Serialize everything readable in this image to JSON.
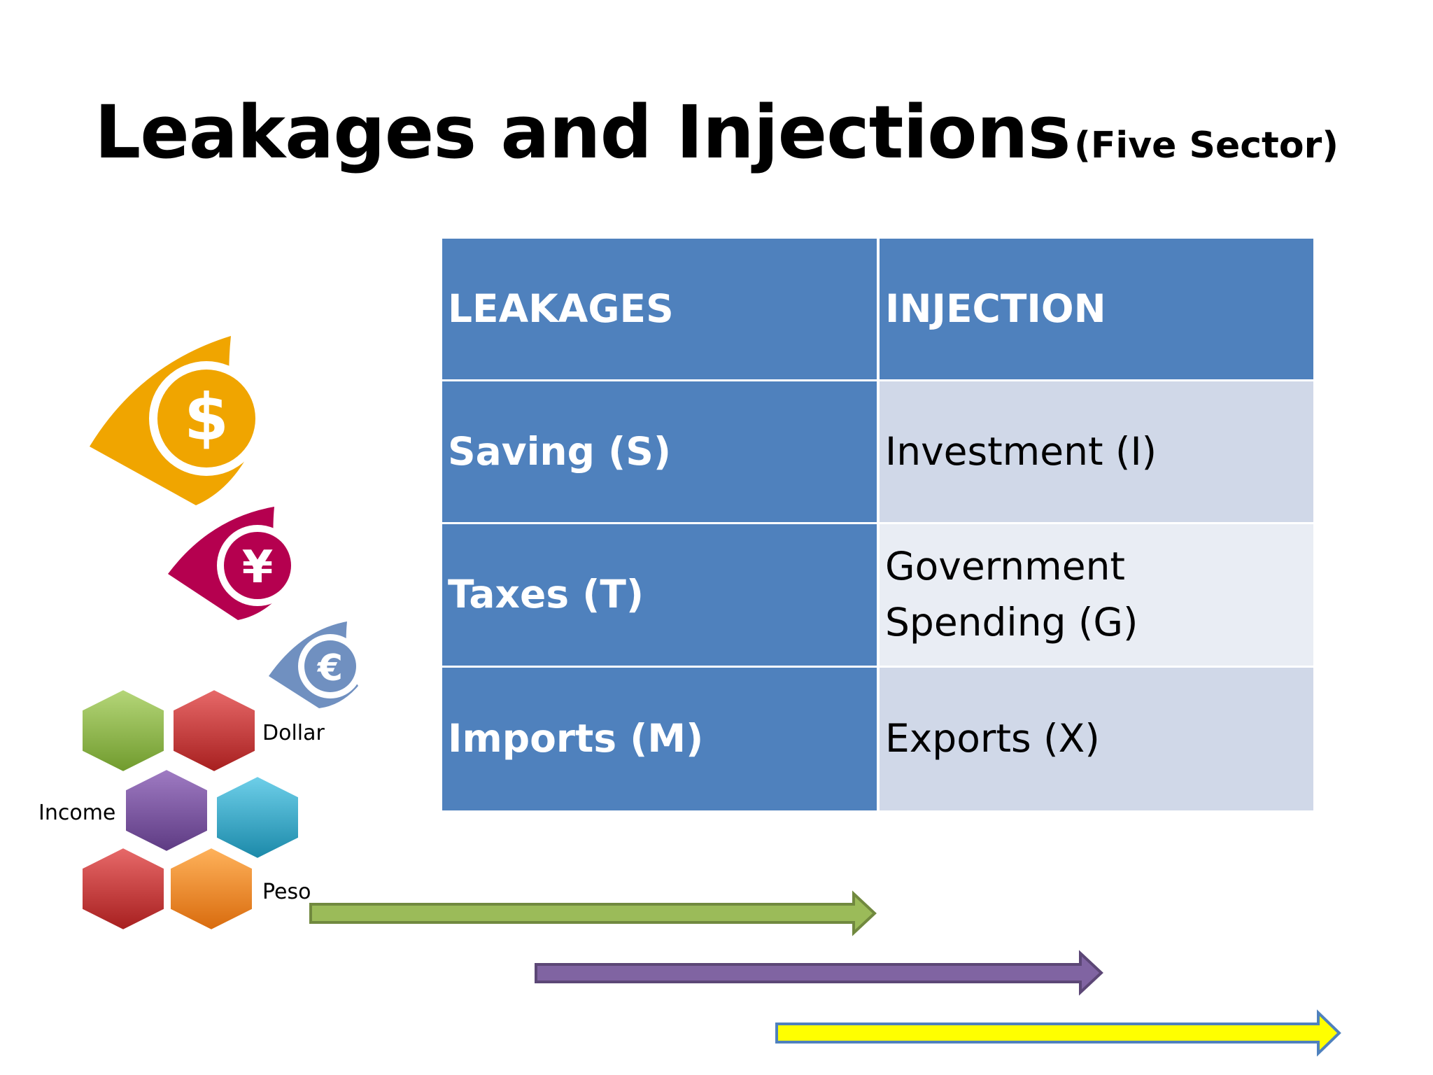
{
  "title": {
    "main": "Leakages and Injections",
    "sub": "(Five Sector)"
  },
  "table": {
    "headers": [
      "LEAKAGES",
      "INJECTION"
    ],
    "rows": [
      {
        "leakage": "Saving (S)",
        "injection": "Investment (I)"
      },
      {
        "leakage": "Taxes (T)",
        "injection": "Government Spending (G)"
      },
      {
        "leakage": "Imports (M)",
        "injection": "Exports (X)"
      }
    ]
  },
  "graphic": {
    "currency_symbols": {
      "dollar": "$",
      "yen": "¥",
      "euro": "€"
    },
    "labels": {
      "dollar": "Dollar",
      "income": "Income",
      "peso": "Peso"
    },
    "icons": [
      "dollar-icon",
      "yen-icon",
      "euro-icon",
      "hexagon-cluster"
    ],
    "colors": {
      "dollar": "#f0a500",
      "yen": "#b5004f",
      "euro": "#7090c0",
      "hex_green": "#8ab93f",
      "hex_red": "#cc3333",
      "hex_purple": "#7a4ea0",
      "hex_teal": "#2fa9c8",
      "hex_orange": "#f08a24"
    }
  },
  "arrows": {
    "colors": [
      "#9bbb59",
      "#8064a2",
      "#ffff00"
    ]
  },
  "colors": {
    "header_blue": "#4f81bd",
    "row_light_a": "#d0d8e8",
    "row_light_b": "#e9edf4"
  }
}
